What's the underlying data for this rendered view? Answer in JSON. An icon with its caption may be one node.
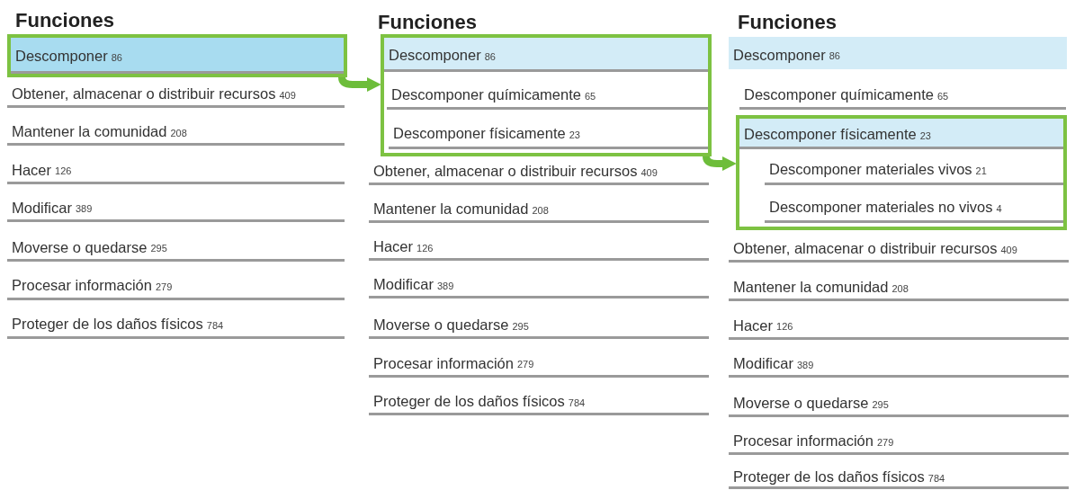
{
  "diagram": {
    "nodes": [
      {
        "text": [],
        "shape": "box"
      },
      {
        "text": [
          "Descomponer",
          "86"
        ],
        "in": 0
      },
      {
        "text": [
          "Obtener, almacenar o distribuir recursos",
          "409"
        ]
      },
      {
        "text": [
          "Mantener la comunidad",
          "208"
        ]
      },
      {
        "text": [
          "Hacer",
          "126"
        ]
      },
      {
        "text": [
          "Modificar",
          "389"
        ]
      },
      {
        "text": [
          "Moverse o quedarse",
          "295"
        ]
      },
      {
        "text": [
          "Procesar información",
          "279"
        ]
      },
      {
        "text": [
          "Proteger de los daños físicos",
          "784"
        ]
      },
      {
        "text": [],
        "shape": "box"
      },
      {
        "text": [
          "Descomponer",
          "86"
        ],
        "in": 9
      },
      {
        "text": [
          "Descomponer químicamente",
          "65"
        ],
        "in": 9
      },
      {
        "text": [
          "Descomponer físicamente",
          "23"
        ],
        "in": 9
      },
      {
        "text": [
          "Obtener, almacenar o distribuir recursos",
          "409"
        ]
      },
      {
        "text": [
          "Mantener la comunidad",
          "208"
        ]
      },
      {
        "text": [
          "Hacer",
          "126"
        ]
      },
      {
        "text": [
          "Modificar",
          "389"
        ]
      },
      {
        "text": [
          "Moverse o quedarse",
          "295"
        ]
      },
      {
        "text": [
          "Procesar información",
          "279"
        ]
      },
      {
        "text": [
          "Proteger de los daños físicos",
          "784"
        ]
      },
      {
        "text": [
          "Descomponer",
          "86"
        ]
      },
      {
        "text": [
          "Descomponer químicamente",
          "65"
        ]
      },
      {
        "text": [],
        "shape": "box"
      },
      {
        "text": [
          "Descomponer físicamente",
          "23"
        ],
        "in": 22
      },
      {
        "text": [
          "Descomponer materiales vivos",
          "21"
        ],
        "in": 22
      },
      {
        "text": [
          "Descomponer materiales no vivos",
          "4"
        ],
        "in": 22
      },
      {
        "text": [
          "Obtener, almacenar o distribuir recursos",
          "409"
        ]
      },
      {
        "text": [
          "Mantener la comunidad",
          "208"
        ]
      },
      {
        "text": [
          "Hacer",
          "126"
        ]
      },
      {
        "text": [
          "Modificar",
          "389"
        ]
      },
      {
        "text": [
          "Moverse o quedarse",
          "295"
        ]
      },
      {
        "text": [
          "Procesar información",
          "279"
        ]
      },
      {
        "text": [
          "Proteger de los daños físicos",
          "784"
        ]
      }
    ],
    "edges": [
      {
        "from": 0,
        "to": 9,
        "arrow": "to"
      },
      {
        "from": 9,
        "to": 22,
        "arrow": "to"
      }
    ],
    "labels": [
      "Funciones",
      "Funciones",
      "Funciones"
    ]
  }
}
